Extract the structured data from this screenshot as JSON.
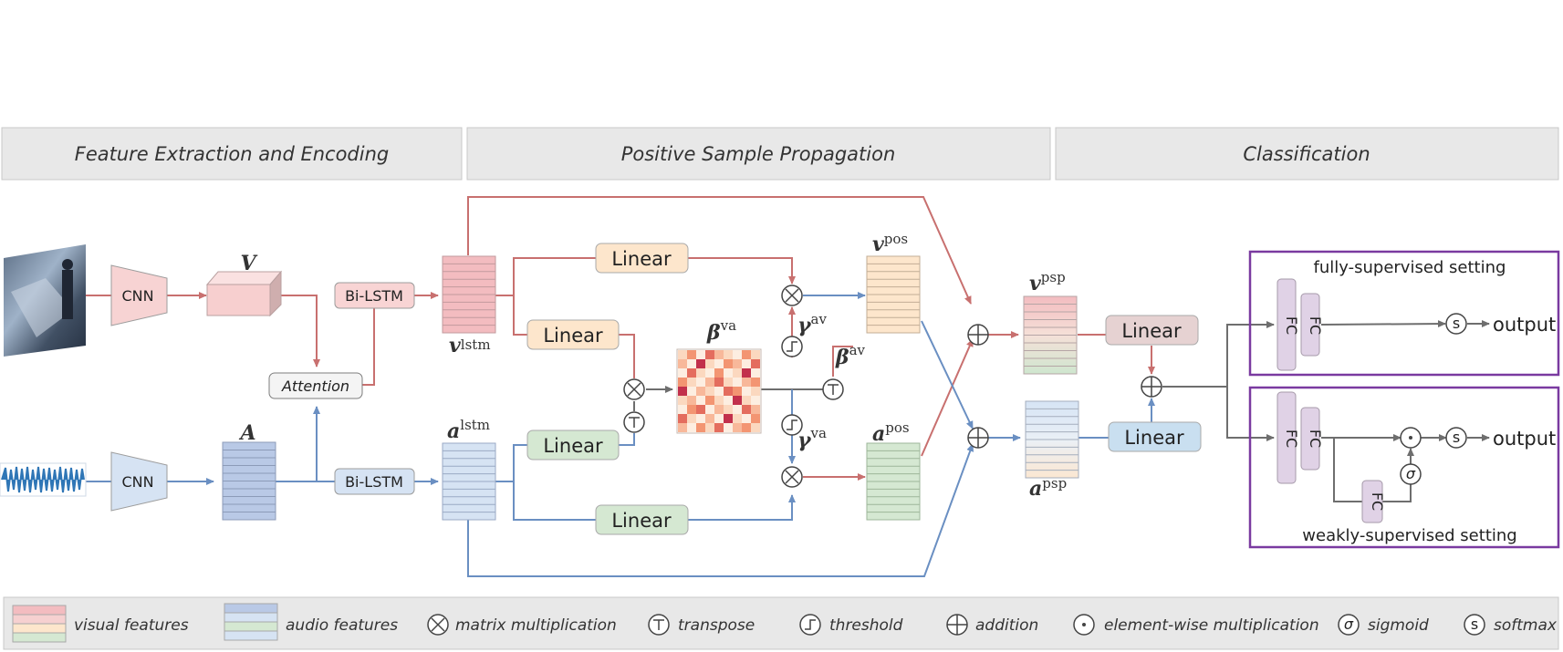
{
  "sections": {
    "feature": "Feature Extraction and Encoding",
    "psp": "Positive Sample Propagation",
    "classification": "Classification"
  },
  "blocks": {
    "cnn_visual": "CNN",
    "cnn_audio": "CNN",
    "bilstm_visual": "Bi-LSTM",
    "bilstm_audio": "Bi-LSTM",
    "attention": "Attention",
    "linear_v_top": "Linear",
    "linear_v_mid": "Linear",
    "linear_a_mid": "Linear",
    "linear_a_bot": "Linear",
    "linear_vpsp": "Linear",
    "linear_apsp": "Linear",
    "fc": "FC"
  },
  "math": {
    "V": "V",
    "A": "A",
    "v": "v",
    "a": "a",
    "beta": "β",
    "gamma": "γ",
    "lstm": "lstm",
    "pos": "pos",
    "psp": "psp",
    "va": "va",
    "av": "av"
  },
  "settings": {
    "fully": "fully-supervised setting",
    "weakly": "weakly-supervised setting",
    "output": "output"
  },
  "legend": [
    {
      "id": "visual",
      "label": "visual features"
    },
    {
      "id": "audio",
      "label": "audio features"
    },
    {
      "id": "matmul",
      "label": "matrix multiplication"
    },
    {
      "id": "transpose",
      "label": "transpose"
    },
    {
      "id": "threshold",
      "label": "threshold"
    },
    {
      "id": "addition",
      "label": "addition"
    },
    {
      "id": "elementwise",
      "label": "element-wise multiplication"
    },
    {
      "id": "sigmoid",
      "label": "sigmoid"
    },
    {
      "id": "softmax",
      "label": "softmax"
    }
  ],
  "symbols": {
    "sigma": "σ",
    "s": "s"
  },
  "colors": {
    "visual_line": "#c8706f",
    "audio_line": "#6a8fc2",
    "gray_line": "#6e6e6e",
    "purple": "#7a3aa0",
    "linear_orange": "#fde6cc",
    "linear_green": "#d5e8d2",
    "linear_blue": "#c9dff0",
    "linear_rose": "#e6d2d2",
    "fc_purple": "#e0d2e6"
  }
}
